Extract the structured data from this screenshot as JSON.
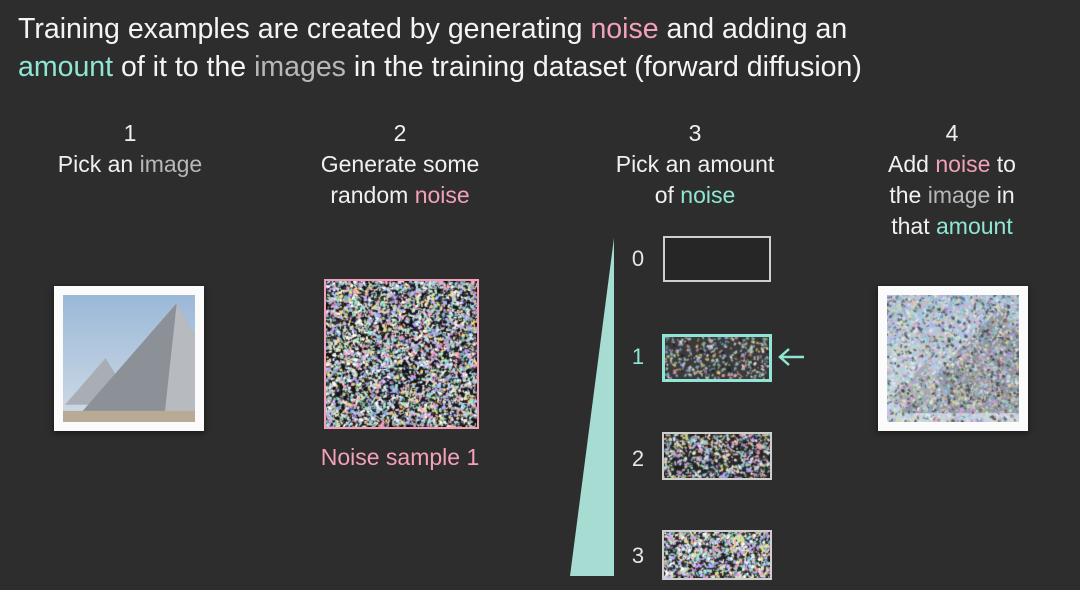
{
  "title": {
    "p1": "Training examples are created by generating ",
    "w_noise": "noise",
    "p2": " and adding an ",
    "w_amount": "amount",
    "p3": " of it to the ",
    "w_images": "images",
    "p4": " in the training dataset (forward diffusion)"
  },
  "steps": [
    {
      "num": "1",
      "a": "Pick an ",
      "b": "image"
    },
    {
      "num": "2",
      "l1": "Generate some",
      "a": "random ",
      "b": "noise"
    },
    {
      "num": "3",
      "l1": "Pick an amount",
      "a": "of ",
      "b": "noise"
    },
    {
      "num": "4",
      "a": "Add ",
      "b": "noise",
      "c": " to",
      "d": "the ",
      "e": "image",
      "f": " in",
      "g": "that ",
      "h": "amount"
    }
  ],
  "noise_caption": "Noise sample 1",
  "levels": [
    {
      "label": "0",
      "noise": 0
    },
    {
      "label": "1",
      "noise": 0.35,
      "selected": true
    },
    {
      "label": "2",
      "noise": 0.7
    },
    {
      "label": "3",
      "noise": 1.0
    }
  ],
  "colors": {
    "noise": "#f2a1b8",
    "amount": "#8fe6d4",
    "image": "#b8b8b8",
    "background": "#2d2d2d"
  },
  "icons": {
    "pointer": "arrow-left-icon"
  }
}
